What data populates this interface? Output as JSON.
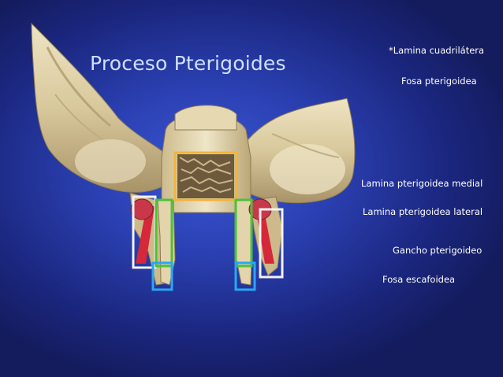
{
  "slide": {
    "title": "Proceso Pterigoides",
    "background_color": "#2a3fb0"
  },
  "labels": {
    "lamina_cuadrilatera": "*Lamina cuadrilátera",
    "fosa_pterigoidea": "Fosa pterigoidea",
    "lamina_pterigoidea_medial": "Lamina pterigoidea medial",
    "lamina_pterigoidea_lateral": "Lamina pterigoidea lateral",
    "gancho_pterigoideo": "Gancho pterigoideo",
    "fosa_escafoidea": "Fosa escafoidea"
  },
  "highlight_colors": {
    "lamina_cuadrilatera": "#f2b43a",
    "fosa_pterigoidea": "#e02a3a",
    "lamina_medial": "#4fbf3a",
    "lamina_lateral": "#ffffff",
    "gancho": "#2aa6f2",
    "fosa_escafoidea": "#c83a4a"
  }
}
